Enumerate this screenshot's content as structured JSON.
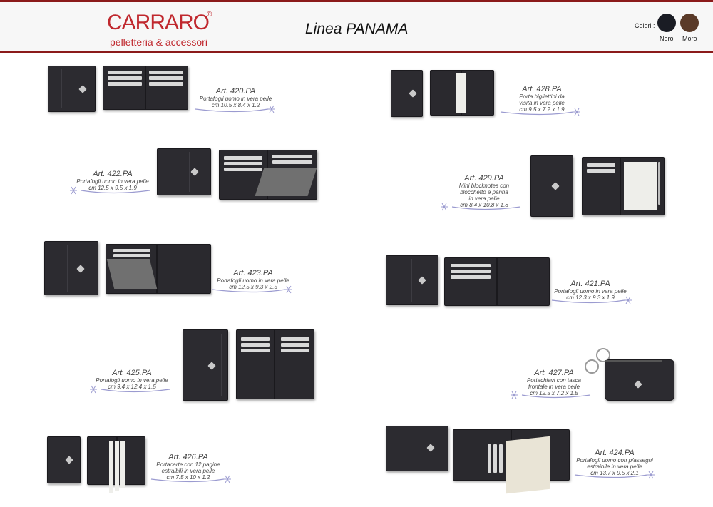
{
  "brand": {
    "name": "CARRARO",
    "registered": "®",
    "tagline": "pelletteria & accessori"
  },
  "line_title": "Linea PANAMA",
  "colors": {
    "label": "Colori :",
    "options": [
      {
        "name": "Nero",
        "hex": "#1a1c24"
      },
      {
        "name": "Moro",
        "hex": "#5a3a28"
      }
    ]
  },
  "products": [
    {
      "art": "Art.  420.PA",
      "desc": [
        "Portafogli uomo in vera pelle",
        "cm 10.5 x 8.4 x 1.2"
      ]
    },
    {
      "art": "Art.  428.PA",
      "desc": [
        "Porta bigliettini da",
        "visita in vera pelle",
        "cm 9.5 x 7.2 x 1.9"
      ]
    },
    {
      "art": "Art.  422.PA",
      "desc": [
        "Portafogli uomo in vera pelle",
        "cm 12.5 x 9.5 x 1.9"
      ]
    },
    {
      "art": "Art.  429.PA",
      "desc": [
        "Mini blocknotes con",
        "blocchetto e penna",
        "in vera pelle",
        "cm 8.4 x 10.8 x 1.8"
      ]
    },
    {
      "art": "Art.  423.PA",
      "desc": [
        "Portafogli uomo in vera pelle",
        "cm 12.5 x 9.3 x 2.5"
      ]
    },
    {
      "art": "Art.  421.PA",
      "desc": [
        "Portafogli uomo in vera pelle",
        "cm 12.3 x 9.3 x 1.9"
      ]
    },
    {
      "art": "Art.  425.PA",
      "desc": [
        "Portafogli uomo in vera pelle",
        "cm 9.4 x 12.4 x 1.5"
      ]
    },
    {
      "art": "Art.  427.PA",
      "desc": [
        "Portachiavi con tasca",
        "frontale in vera pelle",
        "cm 12.5 x 7.2 x 1.5"
      ]
    },
    {
      "art": "Art.  426.PA",
      "desc": [
        "Portacarte con 12 pagine",
        "estraibili in vera pelle",
        "cm 7.5 x 10 x 1.2"
      ]
    },
    {
      "art": "Art.  424.PA",
      "desc": [
        "Portafogli uomo con p/assegni",
        "estraibile in vera pelle",
        "cm 13.7 x 9.5 x 2.1"
      ]
    }
  ]
}
